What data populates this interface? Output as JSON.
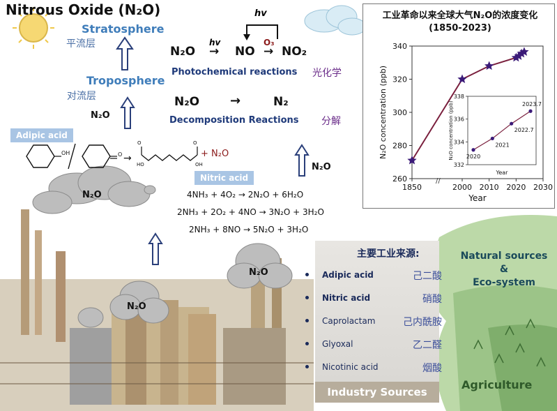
{
  "title": "Nitrous Oxide (N₂O)",
  "layers": {
    "stratosphere": "Stratosphere",
    "stratosphere_zh": "平流层",
    "troposphere": "Troposphere",
    "troposphere_zh": "对流层"
  },
  "photochem": {
    "hv_top": "hv",
    "hv_arrow": "hv",
    "o3": "O₃",
    "reaction_n2o": "N₂O",
    "reaction_no": "NO",
    "reaction_no2": "NO₂",
    "caption": "Photochemical reactions",
    "caption_zh": "光化学"
  },
  "decomp": {
    "left": "N₂O",
    "right": "N₂",
    "caption": "Decomposition Reactions",
    "caption_zh": "分解"
  },
  "n2o_labels": {
    "trop": "N₂O",
    "right": "N₂O",
    "cloud1": "N₂O",
    "cloud2": "N₂O",
    "cloud3": "N₂O"
  },
  "adipic": {
    "tag": "Adipic acid",
    "oh": "OH",
    "o": "O",
    "product": "+ N₂O"
  },
  "nitric": {
    "tag": "Nitric acid",
    "eq1": "4NH₃ + 4O₂ → 2N₂O + 6H₂O",
    "eq2": "2NH₃ + 2O₂ + 4NO → 3N₂O + 3H₂O",
    "eq3": "2NH₃ + 8NO → 5N₂O + 3H₂O"
  },
  "chart_data": {
    "type": "line",
    "title": "工业革命以来全球大气N₂O的浓度变化(1850-2023)",
    "xlabel": "Year",
    "ylabel": "N₂O concentration (ppb)",
    "ylim": [
      260,
      340
    ],
    "xticks": [
      "1850",
      "2000",
      "2010",
      "2020",
      "2030"
    ],
    "yticks": [
      "260",
      "280",
      "300",
      "320",
      "340"
    ],
    "series": [
      {
        "x": [
          1850,
          2000,
          2010,
          2020,
          2021,
          2022,
          2023
        ],
        "values": [
          271,
          320,
          328,
          333,
          334,
          335.5,
          336.5
        ]
      }
    ],
    "inset": {
      "xlabel": "Year",
      "ylabel": "N₂O concentration (ppb)",
      "ylim": [
        332,
        338
      ],
      "yticks": [
        "332",
        "334",
        "336",
        "338"
      ],
      "points": [
        {
          "label": "2020",
          "y": 333.3
        },
        {
          "label": "2021",
          "y": 334.3
        },
        {
          "label": "2022.7",
          "y": 335.6
        },
        {
          "label": "2023.7",
          "y": 336.7
        }
      ]
    },
    "colors": {
      "line": "#7a1f3d",
      "marker": "#3b1a78"
    }
  },
  "industry_sources": {
    "heading": "主要工业来源:",
    "items": [
      {
        "en": "Adipic acid",
        "zh": "己二酸",
        "bold": true
      },
      {
        "en": "Nitric acid",
        "zh": "硝酸",
        "bold": true
      },
      {
        "en": "Caprolactam",
        "zh": "己内酰胺",
        "bold": false
      },
      {
        "en": "Glyoxal",
        "zh": "乙二醛",
        "bold": false
      },
      {
        "en": "Nicotinic acid",
        "zh": "烟酸",
        "bold": false
      }
    ],
    "band": "Industry Sources"
  },
  "natural": {
    "line1": "Natural sources",
    "line2": "&",
    "line3": "Eco-system"
  },
  "agriculture": "Agriculture",
  "colors": {
    "accent_blue": "#3f7dba",
    "dark_red": "#8b1a1a",
    "purple": "#6b2d8a"
  }
}
